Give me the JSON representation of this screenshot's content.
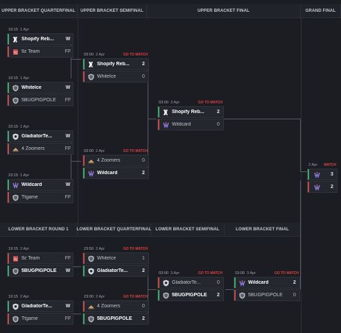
{
  "headers": {
    "ubqf": "UPPER BRACKET QUARTERFINAL",
    "ubsf": "UPPER BRACKET SEMIFINAL",
    "ubf": "UPPER BRACKET FINAL",
    "gf": "GRAND FINAL",
    "lbr1": "LOWER BRACKET ROUND 1",
    "lbqf": "LOWER BRACKET QUARTERFINAL",
    "lbsf": "LOWER BRACKET SEMIFINAL",
    "lbf": "LOWER BRACKET FINAL"
  },
  "go_to_match": "GO TO MATCH",
  "match_short": "MATCH",
  "colors": {
    "win": "#3fa86a",
    "lose": "#c74848",
    "accent_red": "#e2413f"
  },
  "matches": {
    "ubqf1": {
      "time": "19:15",
      "date": "1 Apr",
      "t1": {
        "name": "Shopify Reb...",
        "score": "W",
        "icon": "shopify-rebellion-logo"
      },
      "t2": {
        "name": "9z Team",
        "score": "FF",
        "icon": "9z-team-logo"
      }
    },
    "ubqf2": {
      "time": "19:15",
      "date": "1 Apr",
      "t1": {
        "name": "WhiteIce",
        "score": "W",
        "icon": "shield-logo"
      },
      "t2": {
        "name": "5BUGPIGPOLE",
        "score": "FF",
        "icon": "shield-logo"
      }
    },
    "ubqf3": {
      "time": "23:15",
      "date": "1 Apr",
      "t1": {
        "name": "GladiatorTe...",
        "score": "W",
        "icon": "gladiators-logo"
      },
      "t2": {
        "name": "4 Zoomers",
        "score": "FF",
        "icon": "zoomers-logo"
      }
    },
    "ubqf4": {
      "time": "23:15",
      "date": "1 Apr",
      "t1": {
        "name": "Wildcard",
        "score": "W",
        "icon": "wildcard-logo"
      },
      "t2": {
        "name": "Ttgame",
        "score": "FF",
        "icon": "shield-logo"
      }
    },
    "ubsf1": {
      "time": "03:00",
      "date": "2 Apr",
      "t1": {
        "name": "Shopify Reb...",
        "score": "2",
        "icon": "shopify-rebellion-logo"
      },
      "t2": {
        "name": "WhiteIce",
        "score": "0",
        "icon": "shield-logo"
      }
    },
    "ubsf2": {
      "time": "03:00",
      "date": "2 Apr",
      "t1": {
        "name": "4 Zoomers",
        "score": "0",
        "icon": "zoomers-logo"
      },
      "t2": {
        "name": "Wildcard",
        "score": "2",
        "icon": "wildcard-logo"
      }
    },
    "ubf": {
      "time": "03:00",
      "date": "3 Apr",
      "t1": {
        "name": "Shopify Reb...",
        "score": "2",
        "icon": "shopify-rebellion-logo"
      },
      "t2": {
        "name": "Wildcard",
        "score": "0",
        "icon": "wildcard-logo"
      }
    },
    "gf": {
      "date": "2 Apr",
      "t1": {
        "score": "3",
        "icon": "wildcard-logo"
      },
      "t2": {
        "score": "2",
        "icon": "wildcard-logo"
      }
    },
    "lbr1a": {
      "time": "19:15",
      "date": "2 Apr",
      "t1": {
        "name": "9z Team",
        "score": "FF",
        "icon": "9z-team-logo"
      },
      "t2": {
        "name": "5BUGPIGPOLE",
        "score": "W",
        "icon": "shield-logo"
      }
    },
    "lbr1b": {
      "time": "19:15",
      "date": "2 Apr",
      "t1": {
        "name": "GladiatorTe...",
        "score": "W",
        "icon": "gladiators-logo"
      },
      "t2": {
        "name": "Ttgame",
        "score": "FF",
        "icon": "shield-logo"
      }
    },
    "lbqf1": {
      "time": "23:50",
      "date": "2 Apr",
      "t1": {
        "name": "WhiteIce",
        "score": "1",
        "icon": "shield-logo"
      },
      "t2": {
        "name": "GladiatorTe...",
        "score": "2",
        "icon": "gladiators-logo"
      }
    },
    "lbqf2": {
      "time": "23:00",
      "date": "2 Apr",
      "t1": {
        "name": "4 Zoomers",
        "score": "0",
        "icon": "zoomers-logo"
      },
      "t2": {
        "name": "5BUGPIGPOLE",
        "score": "2",
        "icon": "shield-logo"
      }
    },
    "lbsf": {
      "time": "03:00",
      "date": "3 Apr",
      "t1": {
        "name": "GladiatorTe...",
        "score": "0",
        "icon": "gladiators-logo"
      },
      "t2": {
        "name": "5BUGPIGPOLE",
        "score": "2",
        "icon": "shield-logo"
      }
    },
    "lbf": {
      "time": "19:00",
      "date": "3 Apr",
      "t1": {
        "name": "Wildcard",
        "score": "2",
        "icon": "wildcard-logo"
      },
      "t2": {
        "name": "5BUGPIGPOLE",
        "score": "0",
        "icon": "shield-logo"
      }
    }
  }
}
